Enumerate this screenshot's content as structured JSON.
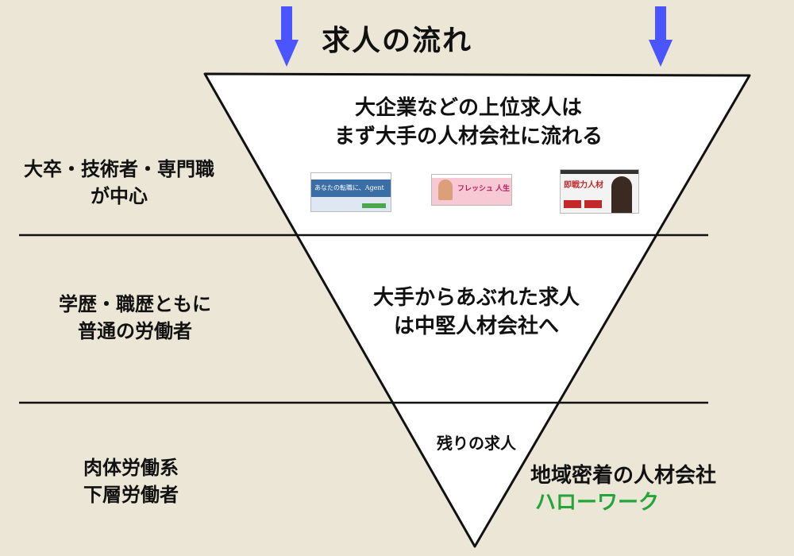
{
  "title": "求人の流れ",
  "arrow_color": "#4a55ff",
  "funnel": {
    "fill": "#ffffff",
    "stroke": "#111111"
  },
  "tiers": [
    {
      "left_label": [
        "大卒・技術者・専門職",
        "が中心"
      ],
      "center_text": [
        "大企業などの上位求人は",
        "まず大手の人材会社に流れる"
      ]
    },
    {
      "left_label": [
        "学歴・職歴ともに",
        "普通の労働者"
      ],
      "center_text": [
        "大手からあぶれた求人",
        "は中堅人材会社へ"
      ]
    },
    {
      "left_label": [
        "肉体労働系",
        "下層労働者"
      ],
      "center_text": [
        "残りの求人"
      ]
    }
  ],
  "thumbnails": [
    {
      "name": "agent-site",
      "text": "あなたの転職に、Agent",
      "color": "#2a5c8c"
    },
    {
      "name": "freshure-site",
      "text": "フレッシュ 人生",
      "color": "#f4b7c6"
    },
    {
      "name": "career-site",
      "text": "即戦力人材",
      "color": "#c22a2a"
    }
  ],
  "local_agents": {
    "line1": "地域密着の人材会社",
    "line2": "ハローワーク",
    "line2_color": "#22a63a"
  }
}
